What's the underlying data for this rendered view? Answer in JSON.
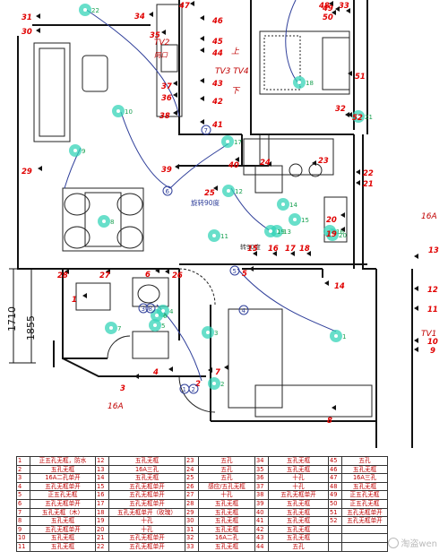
{
  "colors": {
    "wall": "#111111",
    "marker": "#e00000",
    "spot": "#36d4b8",
    "spot_label": "#18a050",
    "route": "#2f3f9a"
  },
  "dimensions": {
    "d1": "1710",
    "d2": "1855"
  },
  "room_labels": {
    "tv2": "TV2",
    "tv3tv4": "TV3 TV4",
    "up": "上",
    "down": "下",
    "net": "网口",
    "tv1": "TV1",
    "rotate": "旋转90度",
    "rotate_r": "转90度"
  },
  "ref_labels": {
    "16a_left": "16A",
    "16a_right": "16A"
  },
  "markers": [
    "1",
    "2",
    "3",
    "4",
    "5",
    "6",
    "7",
    "8",
    "9",
    "10",
    "11",
    "12",
    "13",
    "14",
    "15",
    "16",
    "17",
    "18",
    "19",
    "20",
    "21",
    "22",
    "23",
    "24",
    "25",
    "26",
    "27",
    "28",
    "29",
    "30",
    "31",
    "32",
    "33",
    "34",
    "35",
    "36",
    "37",
    "38",
    "39",
    "40",
    "41",
    "42",
    "43",
    "44",
    "45",
    "46",
    "47",
    "48",
    "49",
    "50",
    "51",
    "52"
  ],
  "spots": [
    "1",
    "2",
    "3",
    "4",
    "5",
    "6",
    "7",
    "8",
    "9",
    "10",
    "11",
    "12",
    "13",
    "14",
    "15",
    "16",
    "17",
    "18",
    "19",
    "20",
    "21",
    "22"
  ],
  "circled": [
    "1",
    "2",
    "3",
    "4",
    "5",
    "6",
    "7",
    "8"
  ],
  "legend_rows": [
    [
      "1",
      "正五孔无框，防水",
      "12",
      "五孔无框",
      "23",
      "五孔",
      "34",
      "五孔无框",
      "45",
      "五孔"
    ],
    [
      "2",
      "五孔无框",
      "13",
      "16A三孔",
      "24",
      "五孔",
      "35",
      "五孔无框",
      "46",
      "五孔无框"
    ],
    [
      "3",
      "16A二孔单开",
      "14",
      "五孔无框",
      "25",
      "五孔",
      "36",
      "十孔",
      "47",
      "16A三孔"
    ],
    [
      "4",
      "五孔无框单开",
      "15",
      "五孔无框单开",
      "26",
      "感应/五孔无框",
      "37",
      "十孔",
      "48",
      "五孔无框"
    ],
    [
      "5",
      "正五孔无框",
      "16",
      "五孔无框单开",
      "27",
      "十孔",
      "38",
      "五孔无框单开",
      "49",
      "正五孔无框"
    ],
    [
      "6",
      "五孔无框单开",
      "17",
      "五孔无框单开",
      "28",
      "五孔无框",
      "39",
      "五孔无框",
      "50",
      "正五孔无框"
    ],
    [
      "7",
      "五孔无框（木）",
      "18",
      "五孔无框单开（玫瑰）",
      "29",
      "五孔无框",
      "40",
      "五孔无框",
      "51",
      "五孔无框单开"
    ],
    [
      "8",
      "五孔无框",
      "19",
      "十孔",
      "30",
      "五孔无框",
      "41",
      "五孔无框",
      "52",
      "五孔无框单开"
    ],
    [
      "9",
      "五孔无框单开",
      "20",
      "十孔",
      "31",
      "五孔无框",
      "42",
      "五孔无框",
      "",
      ""
    ],
    [
      "10",
      "五孔无框",
      "21",
      "五孔无框单开",
      "32",
      "16A二孔",
      "43",
      "五孔无框",
      "",
      ""
    ],
    [
      "11",
      "五孔无框",
      "22",
      "五孔无框单开",
      "33",
      "五孔无框",
      "44",
      "五孔",
      "",
      ""
    ]
  ],
  "watermark": "淘盗wen"
}
